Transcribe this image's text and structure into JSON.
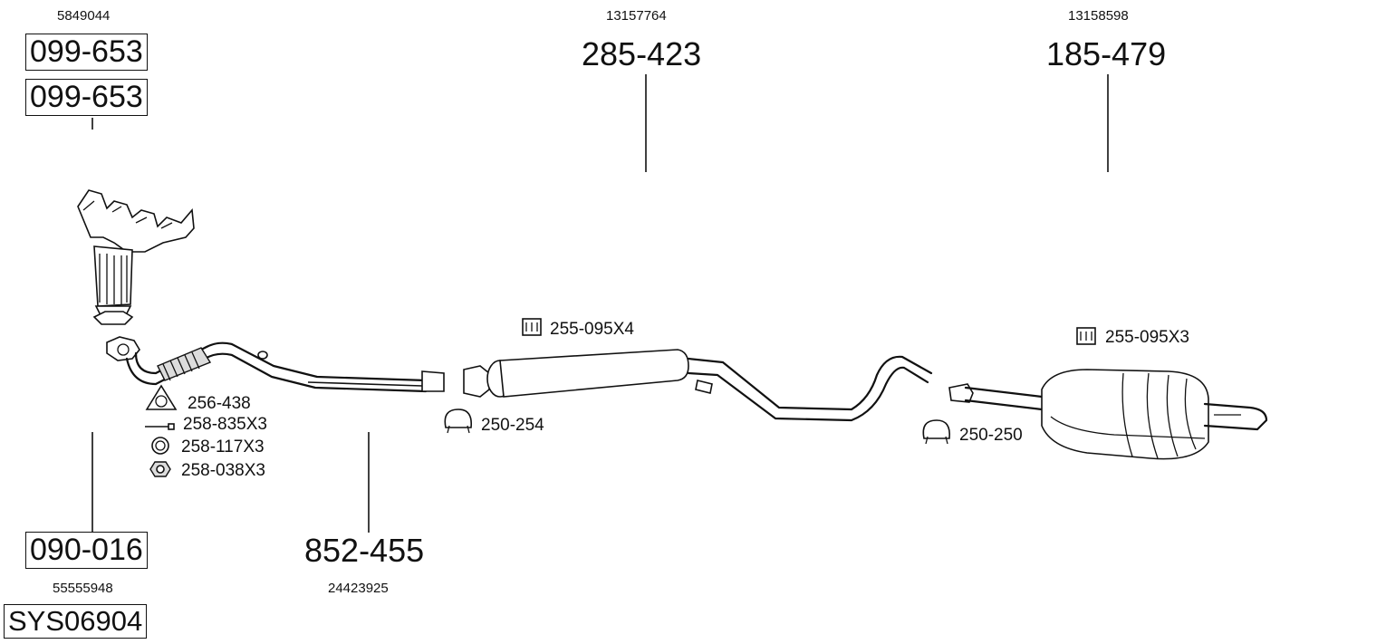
{
  "parts": {
    "manifold": {
      "oem": "5849044",
      "code_1": "099-653",
      "code_2": "099-653"
    },
    "middle_silencer": {
      "oem": "13157764",
      "code": "285-423"
    },
    "rear_silencer": {
      "oem": "13158598",
      "code": "185-479"
    },
    "cat_pipe": {
      "code": "090-016",
      "oem": "55555948"
    },
    "front_pipe": {
      "code": "852-455",
      "oem": "24423925"
    },
    "system": {
      "code": "SYS06904"
    }
  },
  "accessories": {
    "gasket": "256-438",
    "bolt": "258-835X3",
    "ring": "258-117X3",
    "nut": "258-038X3",
    "rubber_mount_mid": "255-095X4",
    "clamp_mid": "250-254",
    "rubber_mount_rear": "255-095X3",
    "clamp_rear": "250-250"
  },
  "icons": [
    "gasket-icon",
    "bolt-icon",
    "ring-icon",
    "nut-icon",
    "rubber-mount-icon",
    "clamp-icon"
  ]
}
